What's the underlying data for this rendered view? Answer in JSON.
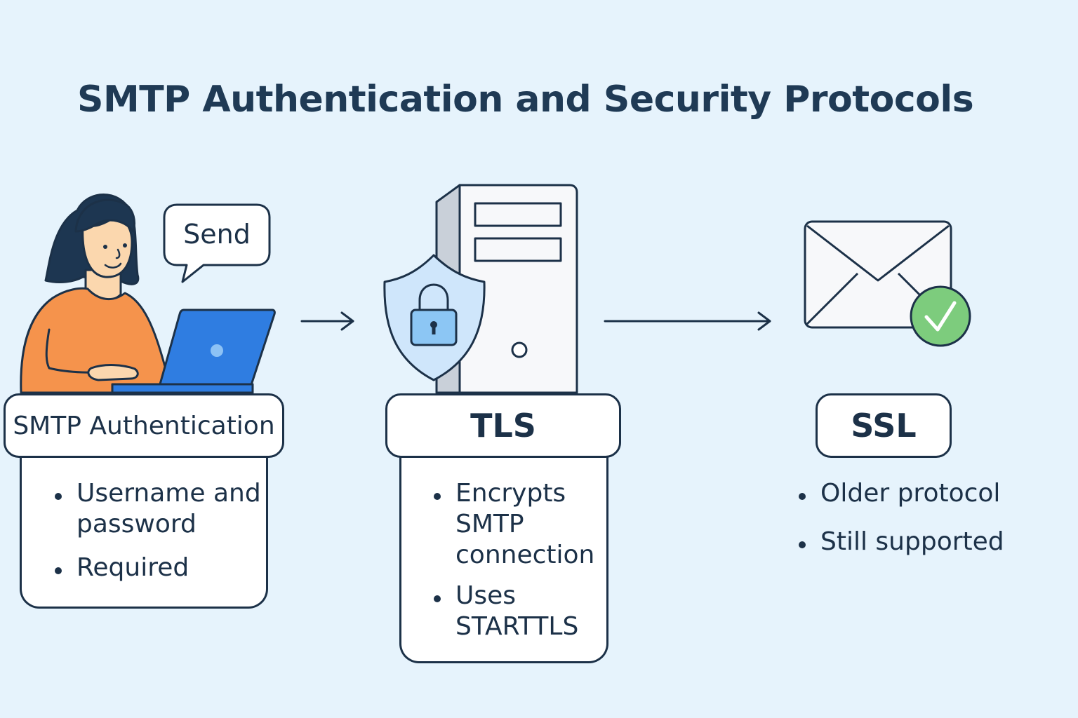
{
  "title": "SMTP Authentication and Security Protocols",
  "speech_bubble": "Send",
  "steps": [
    {
      "label": "SMTP Authentication",
      "bullets": [
        "Username and\npassword",
        "Required"
      ]
    },
    {
      "label": "TLS",
      "bullets": [
        "Encrypts\nSMTP\nconnection",
        "Uses\nSTARTTLS"
      ]
    },
    {
      "label": "SSL",
      "bullets": [
        "Older protocol",
        "Still supported"
      ]
    }
  ],
  "icons": [
    "person-icon",
    "laptop-icon",
    "server-icon",
    "shield-icon",
    "padlock-icon",
    "envelope-icon",
    "checkmark-icon",
    "arrow-right-icon"
  ],
  "colors": {
    "background": "#e6f3fc",
    "outline": "#1c3148",
    "shirt": "#f5934c",
    "laptop": "#2f7de1",
    "shield": "#cfe6fb",
    "lock": "#8cc6f4",
    "check": "#7dcc7d"
  }
}
